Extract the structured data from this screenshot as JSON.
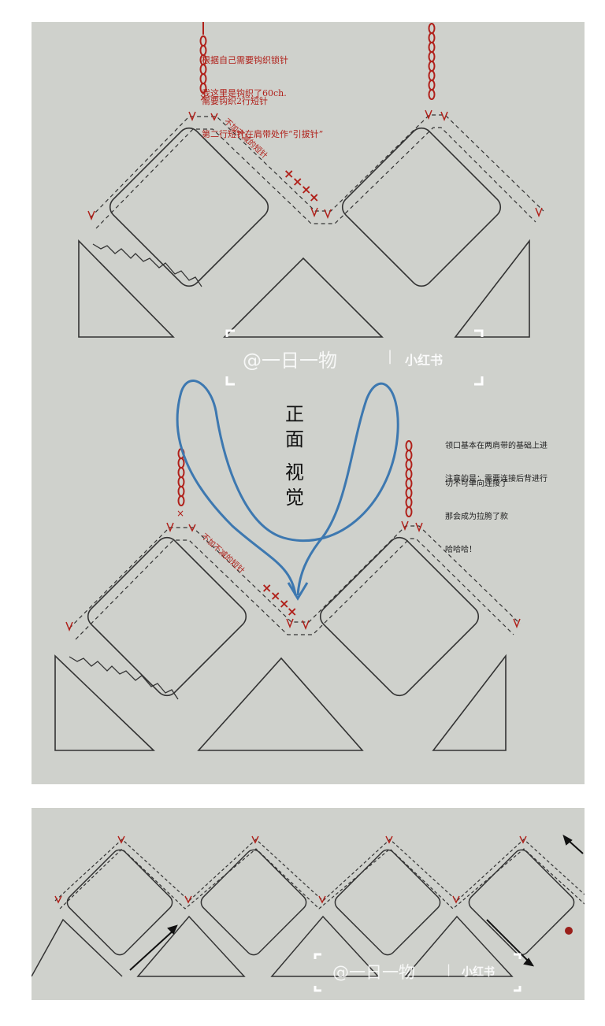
{
  "notes": {
    "top_red_1": "根据自己需要钩织锁针",
    "top_red_2": "我这里是钩织了60ch.",
    "top_red_3": "需要钩织2行短针",
    "top_red_4": "第二行短针在肩带处作“引拔针”",
    "band_label_top": "不加不减的短针",
    "band_label_bottom": "不加不减的短针",
    "right_note_1": "领口基本在两肩带的基础上进",
    "right_note_2": "注意的是：需要连接后背进行",
    "right_note_3": "切不可单向连接了",
    "right_note_4": "那会成为拉胯了款",
    "right_note_5": "哈哈哈！"
  },
  "center_label": [
    "正",
    "面",
    "视",
    "觉"
  ],
  "watermark": {
    "handle": "@一日一物",
    "separator": "|",
    "logo": "小红书"
  },
  "colors": {
    "panel": "#cfd1cc",
    "stitch_red": "#b0201a",
    "line": "#333333",
    "arrow_blue": "#3d78b0"
  },
  "icons": [
    "blue-curve-arrow-icon",
    "black-direction-arrow-icon",
    "red-dot-icon"
  ]
}
